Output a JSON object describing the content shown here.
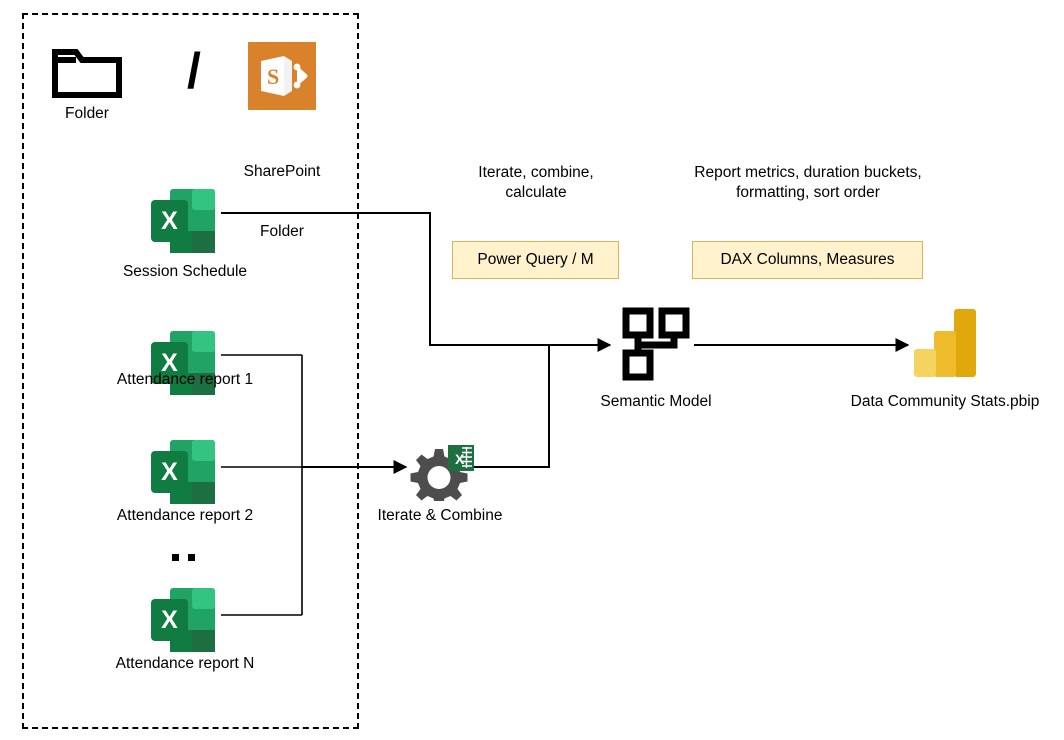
{
  "diagram": {
    "title": "Data Community Stats pipeline",
    "source_group": {
      "name": "source-files-boundary",
      "border_style": "dashed"
    },
    "nodes": {
      "folder": {
        "label": "Folder",
        "icon": "folder-icon"
      },
      "separator": {
        "label": "/"
      },
      "sharepoint_folder": {
        "label": "SharePoint\nFolder",
        "line1": "SharePoint",
        "line2": "Folder",
        "icon": "sharepoint-folder-icon"
      },
      "session_schedule": {
        "label": "Session Schedule",
        "icon": "excel-file-icon"
      },
      "attendance_1": {
        "label": "Attendance report 1",
        "icon": "excel-file-icon"
      },
      "attendance_2": {
        "label": "Attendance report 2",
        "icon": "excel-file-icon"
      },
      "attendance_n": {
        "label": "Attendance report N",
        "icon": "excel-file-icon"
      },
      "ellipsis": {
        "label": "..",
        "dots": 2
      },
      "iterate_combine": {
        "label": "Iterate & Combine",
        "icon": "gear-excel-icon"
      },
      "semantic_model": {
        "label": "Semantic Model",
        "icon": "semantic-model-icon"
      },
      "output": {
        "label": "Data Community Stats.pbip",
        "icon": "power-bi-icon"
      }
    },
    "annotations": {
      "power_query": {
        "caption_line1": "Iterate, combine,",
        "caption_line2": "calculate",
        "box_label": "Power Query / M"
      },
      "dax": {
        "caption_line1": "Report metrics, duration buckets,",
        "caption_line2": "formatting, sort order",
        "box_label": "DAX Columns, Measures"
      }
    },
    "colors": {
      "excel_green_dark": "#1d6f42",
      "excel_green_mid": "#21a366",
      "excel_green_light": "#33c481",
      "excel_tile": "#107c41",
      "sharepoint_orange": "#d9822b",
      "annotation_fill": "#fff2cc",
      "annotation_border": "#d6b656",
      "powerbi_yellow_dark": "#e0a80d",
      "powerbi_yellow_mid": "#edbb2c",
      "powerbi_yellow_light": "#f4d35e",
      "gear_gray": "#4d4d4d",
      "stroke": "#000000"
    }
  }
}
